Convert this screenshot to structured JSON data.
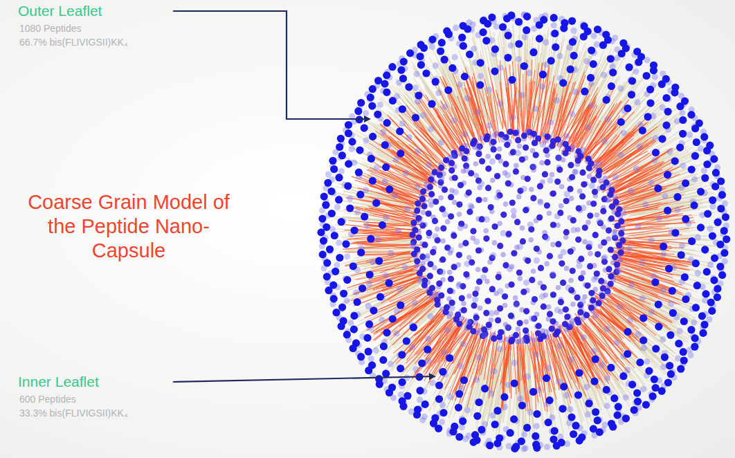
{
  "diagram": {
    "title": "Coarse Grain Model of the Peptide Nano-Capsule",
    "labels": [
      "Outer Leaflet",
      "1080 Peptides",
      "66.7% bis(FLIVIGSII)KK₄",
      "Inner Leaflet",
      "600 Peptides",
      "33.3% bis(FLIVIGSII)KK₄"
    ]
  }
}
